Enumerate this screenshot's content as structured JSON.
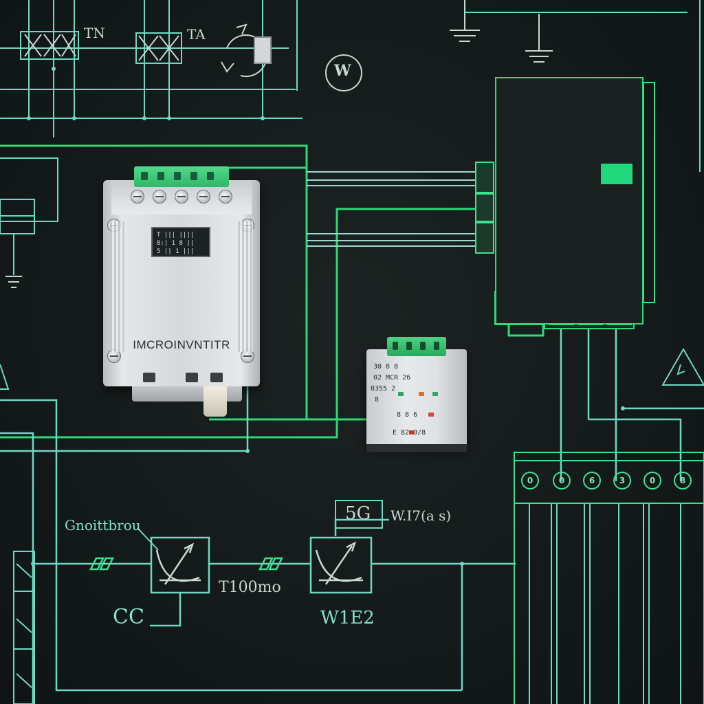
{
  "labels": {
    "top_left_1": "TN",
    "top_left_2": "TA",
    "watt_symbol": "W",
    "module_name": "IMCROINVNTITR",
    "module_display_line1": "T ||| ||||",
    "module_display_line2": "8:| 1 8 ||",
    "module_display_line3": "5 || 1 |||",
    "small_module_line1": "30 8 8",
    "small_module_line2": "02 MCR 26",
    "small_module_line3": "8355 2",
    "small_module_line4": "8",
    "small_module_line5": "8 8 6",
    "small_module_line6": "E 82 0/8",
    "callout_box": "5G",
    "callout_right": "W.I7(a s)",
    "left_annotation": "Gnoittbrou",
    "component_1": "CC",
    "component_2": "W1E2",
    "mid_annotation": "T100mo"
  },
  "terminals": [
    "0",
    "0",
    "6",
    "3",
    "0",
    "8"
  ],
  "colors": {
    "background": "#141a1a",
    "wire_green": "#2fd97a",
    "wire_teal": "#6fd8c4",
    "module_body": "#d6d9db",
    "terminal_green": "#3fd484",
    "label_teal": "#7fe3cc"
  },
  "icons": {
    "ground": "ground-symbol-icon",
    "transformer": "transformer-coil-icon",
    "warning": "warning-triangle-icon",
    "meter": "meter-dial-icon"
  }
}
